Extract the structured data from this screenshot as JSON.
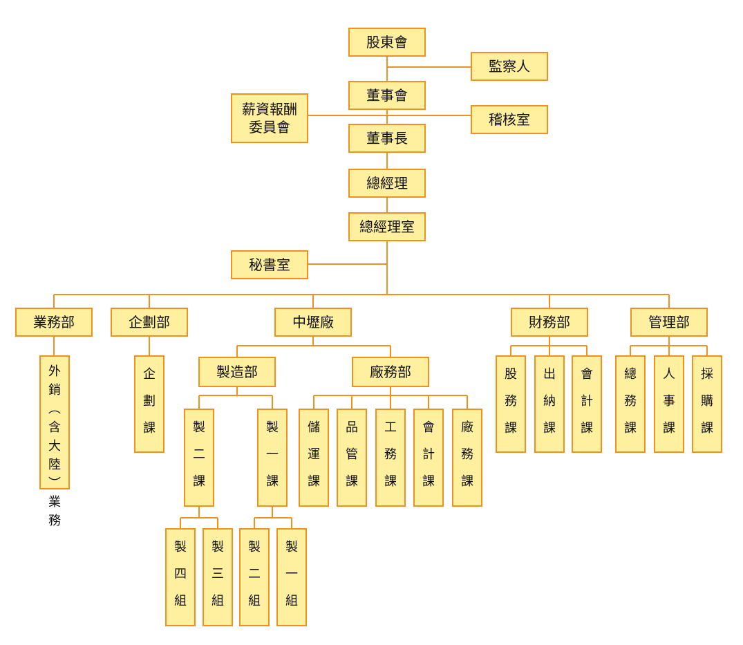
{
  "nodes": {
    "shareholders": "股東會",
    "supervisor": "監察人",
    "board": "董事會",
    "comp_line1": "薪資報酬",
    "comp_line2": "委員會",
    "audit": "稽核室",
    "chairman": "董事長",
    "gm": "總經理",
    "gm_office": "總經理室",
    "secretary": "秘書室",
    "sales": "業務部",
    "planning": "企劃部",
    "plant": "中壢廠",
    "finance": "財務部",
    "admin": "管理部",
    "mfg": "製造部",
    "plant_affairs": "廠務部",
    "export_chars": [
      "外",
      "銷",
      "︵",
      "含",
      "大",
      "陸",
      "︶",
      "業",
      "務"
    ],
    "plan_section": [
      "企",
      "劃",
      "課"
    ],
    "mfg2": [
      "製",
      "二",
      "課"
    ],
    "mfg1": [
      "製",
      "一",
      "課"
    ],
    "storage": [
      "儲",
      "運",
      "課"
    ],
    "qc": [
      "品",
      "管",
      "課"
    ],
    "eng": [
      "工",
      "務",
      "課"
    ],
    "plant_acct": [
      "會",
      "計",
      "課"
    ],
    "plant_aff": [
      "廠",
      "務",
      "課"
    ],
    "stock": [
      "股",
      "務",
      "課"
    ],
    "cashier": [
      "出",
      "納",
      "課"
    ],
    "fin_acct": [
      "會",
      "計",
      "課"
    ],
    "general": [
      "總",
      "務",
      "課"
    ],
    "hr": [
      "人",
      "事",
      "課"
    ],
    "purchase": [
      "採",
      "購",
      "課"
    ],
    "g4": [
      "製",
      "四",
      "組"
    ],
    "g3": [
      "製",
      "三",
      "組"
    ],
    "g2": [
      "製",
      "二",
      "組"
    ],
    "g1": [
      "製",
      "一",
      "組"
    ]
  },
  "colors": {
    "box_fill": "#fff0a0",
    "border": "#f0901e",
    "line": "#f0901e"
  }
}
